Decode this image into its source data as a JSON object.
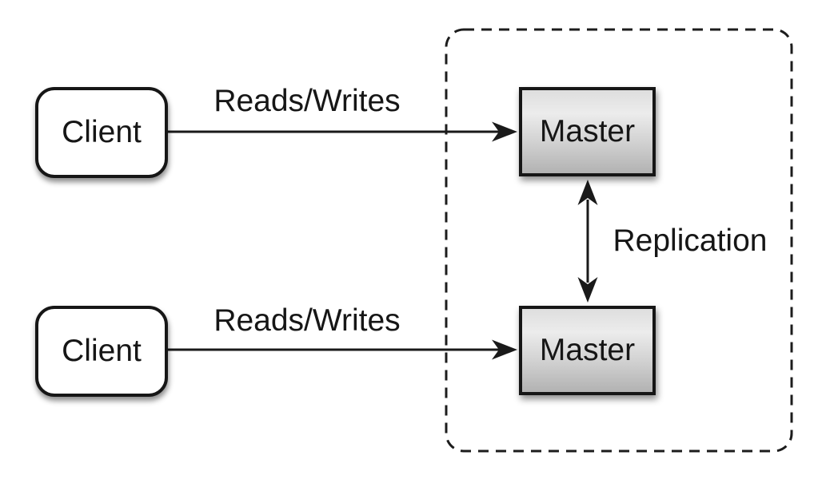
{
  "diagram": {
    "type": "architecture-diagram",
    "description": "Two clients performing reads/writes against two masters that replicate to each other inside a dashed boundary",
    "nodes": {
      "client_top": {
        "label": "Client",
        "shape": "rounded-rectangle",
        "fill": "#ffffff"
      },
      "client_bottom": {
        "label": "Client",
        "shape": "rounded-rectangle",
        "fill": "#ffffff"
      },
      "master_top": {
        "label": "Master",
        "shape": "rectangle",
        "fill_top": "#e9e9e9",
        "fill_bottom": "#b2b2b2"
      },
      "master_bottom": {
        "label": "Master",
        "shape": "rectangle",
        "fill_top": "#e9e9e9",
        "fill_bottom": "#b2b2b2"
      }
    },
    "edges": {
      "reads_writes_top": {
        "label": "Reads/Writes",
        "from": "client_top",
        "to": "master_top",
        "arrow": "single"
      },
      "reads_writes_bottom": {
        "label": "Reads/Writes",
        "from": "client_bottom",
        "to": "master_bottom",
        "arrow": "single"
      },
      "replication": {
        "label": "Replication",
        "from": "master_top",
        "to": "master_bottom",
        "arrow": "double"
      }
    },
    "boundary": {
      "style": "dashed-rounded-rectangle",
      "contains": [
        "master_top",
        "master_bottom"
      ]
    },
    "colors": {
      "stroke": "#1a1a1a",
      "background": "#ffffff"
    }
  }
}
